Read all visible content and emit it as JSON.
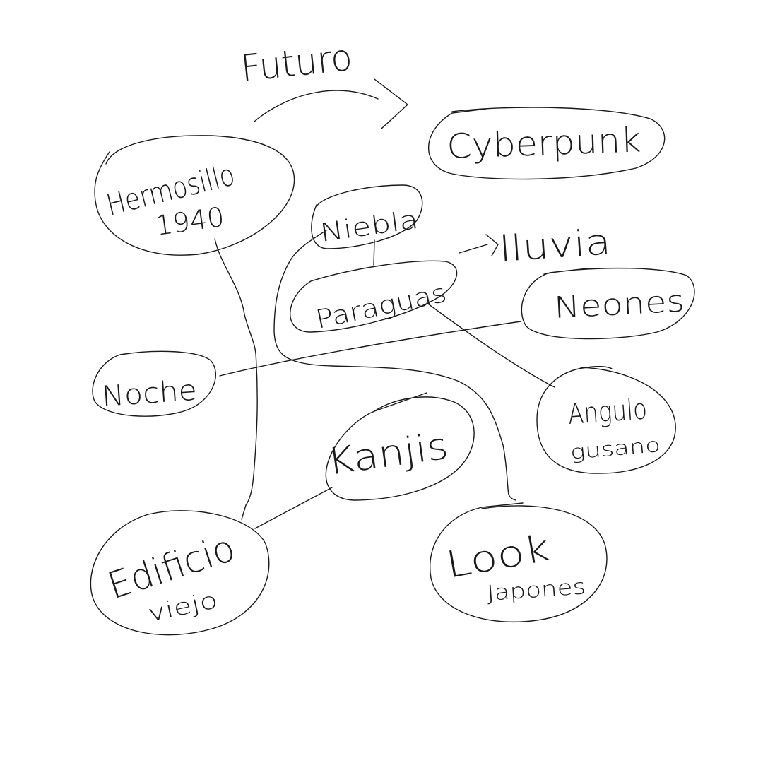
{
  "diagram": {
    "stroke_color": "#1a1a1a",
    "background": "#ffffff",
    "nodes": {
      "hermosillo": {
        "lines": [
          "Hermosillo",
          "1940"
        ]
      },
      "cyberpunk": {
        "lines": [
          "Cyberpunk"
        ]
      },
      "niebla": {
        "lines": [
          "Niebla"
        ]
      },
      "paraguas": {
        "lines": [
          "Paraguas"
        ]
      },
      "neones": {
        "lines": [
          "Neones"
        ]
      },
      "noche": {
        "lines": [
          "Noche"
        ]
      },
      "angulo": {
        "lines": [
          "Angulo",
          "gusano"
        ]
      },
      "kanjis": {
        "lines": [
          "Kanjis"
        ]
      },
      "edificio": {
        "lines": [
          "Edificio",
          "viejo"
        ]
      },
      "look": {
        "lines": [
          "Look",
          "Japones"
        ]
      }
    },
    "labels": {
      "futuro": "Futuro",
      "lluvia": "lluvia"
    }
  }
}
